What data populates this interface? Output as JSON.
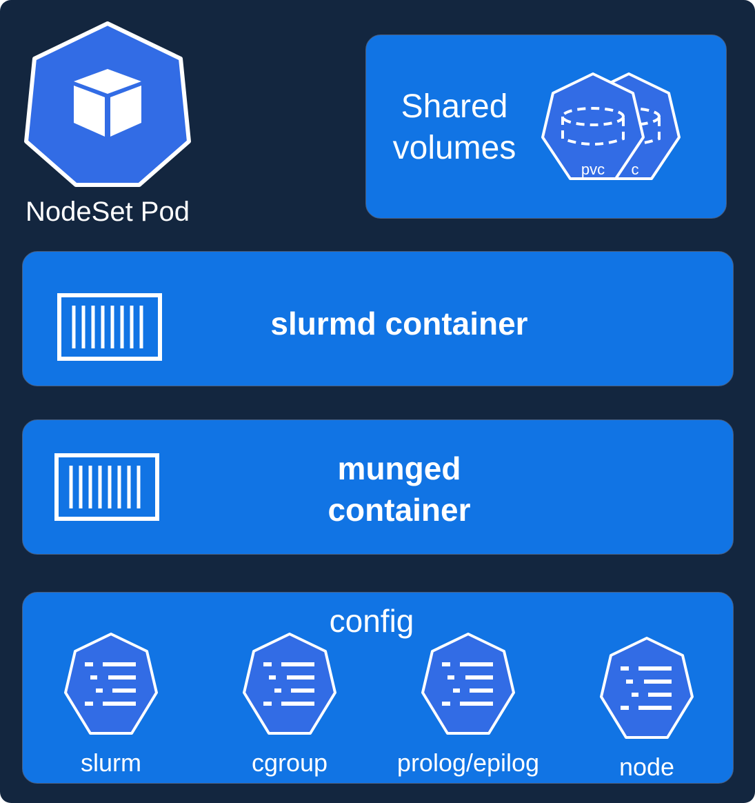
{
  "pod": {
    "label": "NodeSet Pod",
    "icon": "cube-icon"
  },
  "shared_volumes": {
    "title_line1": "Shared",
    "title_line2": "volumes",
    "icon": "pvc-icon",
    "front_icon_label": "pvc",
    "back_icon_label": "c"
  },
  "slurmd": {
    "title": "slurmd container",
    "icon": "container-icon"
  },
  "munged": {
    "title_line1": "munged",
    "title_line2": "container",
    "icon": "container-icon"
  },
  "config": {
    "title": "config",
    "items": [
      {
        "label": "slurm",
        "icon": "config-list-icon"
      },
      {
        "label": "cgroup",
        "icon": "config-list-icon"
      },
      {
        "label": "prolog/epilog",
        "icon": "config-list-icon"
      },
      {
        "label": "node",
        "icon": "config-list-icon"
      }
    ]
  },
  "colors": {
    "background": "#13263f",
    "box_blue": "#1174e4",
    "icon_blue": "#326ce5",
    "white": "#ffffff"
  }
}
